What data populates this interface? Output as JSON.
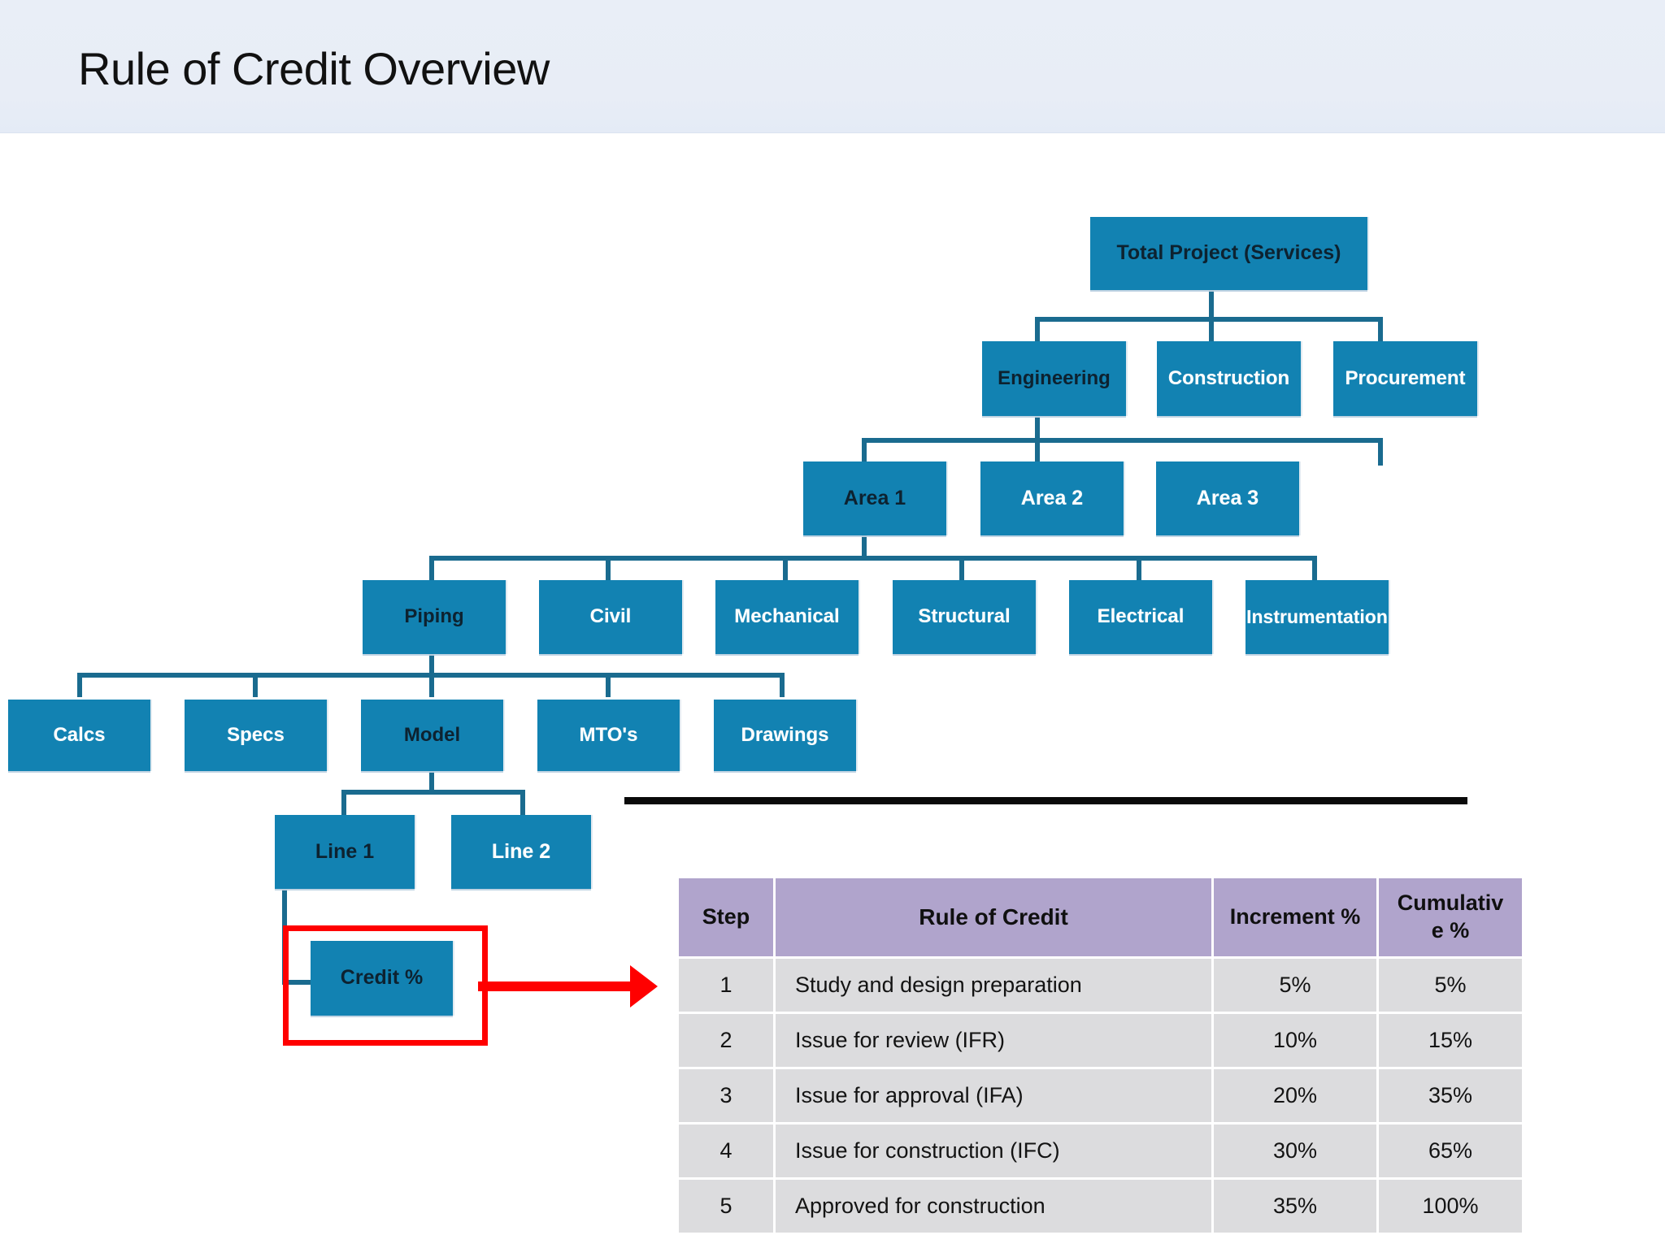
{
  "header": {
    "title": "Rule of Credit Overview"
  },
  "org_chart": {
    "levels": [
      {
        "name": "project",
        "nodes": [
          {
            "label": "Total Project (Services)"
          }
        ]
      },
      {
        "name": "phase",
        "nodes": [
          {
            "label": "Engineering"
          },
          {
            "label": "Construction"
          },
          {
            "label": "Procurement"
          }
        ]
      },
      {
        "name": "area",
        "nodes": [
          {
            "label": "Area 1"
          },
          {
            "label": "Area 2"
          },
          {
            "label": "Area 3"
          }
        ]
      },
      {
        "name": "discipline",
        "nodes": [
          {
            "label": "Piping"
          },
          {
            "label": "Civil"
          },
          {
            "label": "Mechanical"
          },
          {
            "label": "Structural"
          },
          {
            "label": "Electrical"
          },
          {
            "label": "Instrumentation"
          }
        ]
      },
      {
        "name": "deliverable",
        "nodes": [
          {
            "label": "Calcs"
          },
          {
            "label": "Specs"
          },
          {
            "label": "Model"
          },
          {
            "label": "MTO's"
          },
          {
            "label": "Drawings"
          }
        ]
      },
      {
        "name": "line",
        "nodes": [
          {
            "label": "Line 1"
          },
          {
            "label": "Line 2"
          }
        ]
      },
      {
        "name": "credit",
        "nodes": [
          {
            "label": "Credit %"
          }
        ]
      }
    ],
    "node_color": "#1282B2",
    "connector_color": "#1A6B8F",
    "highlight_color": "#FF0000"
  },
  "table": {
    "headers": [
      "Step",
      "Rule of Credit",
      "Increment %",
      "Cumulative %"
    ],
    "header_cumulative_line1": "Cumulativ",
    "header_cumulative_line2": "e %",
    "header_color": "#B0A4CC",
    "row_color": "#DCDCDE",
    "rows": [
      {
        "step": "1",
        "rule": "Study and design preparation",
        "increment": "5%",
        "cumulative": "5%"
      },
      {
        "step": "2",
        "rule": "Issue for review (IFR)",
        "increment": "10%",
        "cumulative": "15%"
      },
      {
        "step": "3",
        "rule": "Issue for approval (IFA)",
        "increment": "20%",
        "cumulative": "35%"
      },
      {
        "step": "4",
        "rule": "Issue for construction (IFC)",
        "increment": "30%",
        "cumulative": "65%"
      },
      {
        "step": "5",
        "rule": "Approved for construction",
        "increment": "35%",
        "cumulative": "100%"
      }
    ]
  }
}
